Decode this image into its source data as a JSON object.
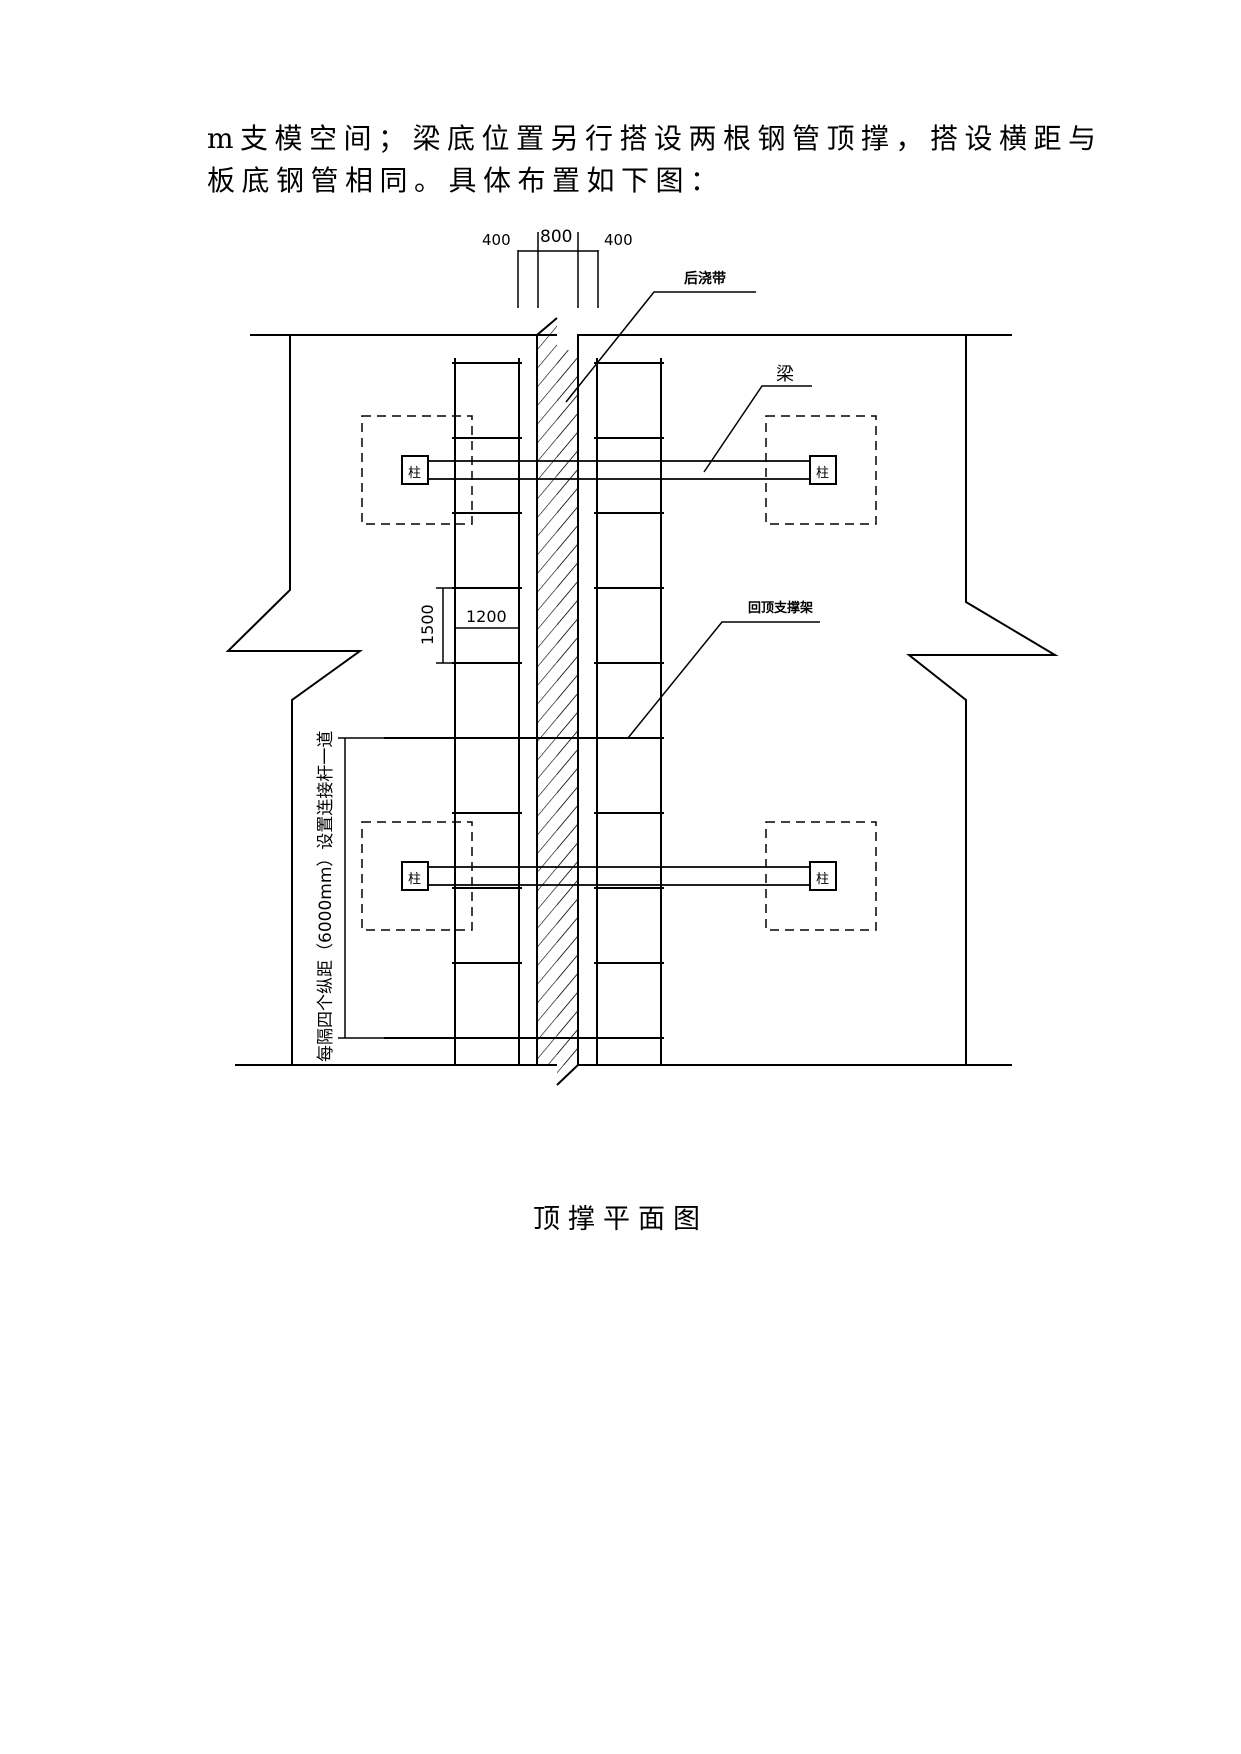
{
  "paragraph": {
    "line1": "m支模空间；梁底位置另行搭设两根钢管顶撑，搭设横距与",
    "line2": "板底钢管相同。具体布置如下图："
  },
  "drawing": {
    "dim_left": "400",
    "dim_center": "800",
    "dim_right": "400",
    "label_post_pour": "后浇带",
    "label_beam": "梁",
    "label_support": "回顶支撑架",
    "dim_vertical": "1500",
    "dim_horizontal": "1200",
    "label_tie_rod": "每隔四个纵距（6000mm）设置连接杆一道",
    "column_label": "柱"
  },
  "caption": "顶撑平面图"
}
